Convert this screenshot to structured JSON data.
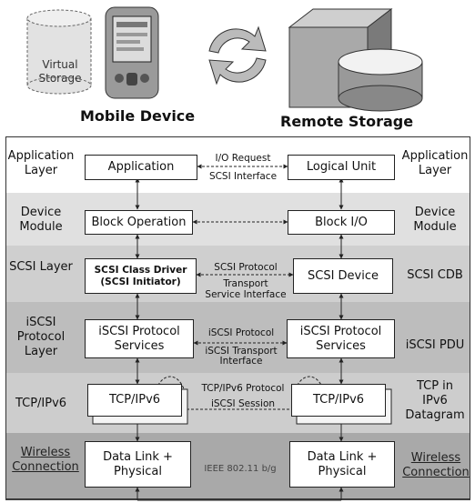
{
  "header": {
    "virtual_storage": "Virtual Storage",
    "mobile_device": "Mobile Device",
    "remote_storage": "Remote Storage"
  },
  "layers": {
    "application": {
      "left_label": "Application Layer",
      "right_label": "Application Layer",
      "left_box": "Application",
      "right_box": "Logical Unit",
      "middle": [
        "I/O Request",
        "SCSI Interface"
      ]
    },
    "device": {
      "left_label": "Device Module",
      "right_label": "Device Module",
      "left_box": "Block Operation",
      "right_box": "Block I/O"
    },
    "scsi": {
      "left_label": "SCSI Layer",
      "right_label": "SCSI CDB",
      "left_box": [
        "SCSI Class Driver",
        "(SCSI Initiator)"
      ],
      "right_box": "SCSI Device",
      "middle": [
        "SCSI Protocol",
        "Transport",
        "Service Interface"
      ]
    },
    "iscsi": {
      "left_label": [
        "iSCSI",
        "Protocol",
        "Layer"
      ],
      "right_label": "iSCSI PDU",
      "left_box": [
        "iSCSI Protocol",
        "Services"
      ],
      "right_box": [
        "iSCSI Protocol",
        "Services"
      ],
      "middle": [
        "iSCSI Protocol",
        "iSCSI Transport",
        "Interface"
      ]
    },
    "tcp": {
      "left_label": "TCP/IPv6",
      "right_label": [
        "TCP in",
        "IPv6",
        "Datagram"
      ],
      "left_box": "TCP/IPv6",
      "right_box": "TCP/IPv6",
      "middle": [
        "TCP/IPv6 Protocol",
        "iSCSI Session"
      ]
    },
    "wireless": {
      "left_label": [
        "Wireless",
        "Connection"
      ],
      "right_label": [
        "Wireless",
        "Connection"
      ],
      "left_box": [
        "Data Link +",
        "Physical"
      ],
      "right_box": [
        "Data Link +",
        "Physical"
      ],
      "middle": "IEEE 802.11 b/g"
    }
  }
}
